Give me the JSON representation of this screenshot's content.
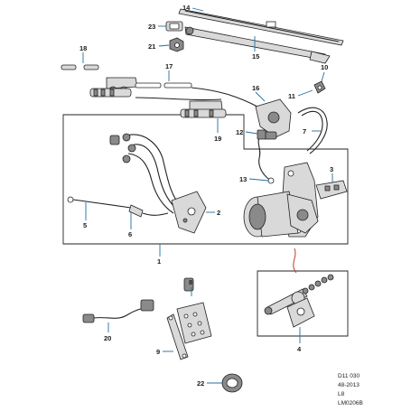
{
  "callouts": {
    "c1": "1",
    "c2": "2",
    "c3": "3",
    "c4": "4",
    "c5": "5",
    "c6": "6",
    "c7": "7",
    "c8": "8",
    "c9": "9",
    "c10": "10",
    "c11": "11",
    "c12": "12",
    "c13": "13",
    "c14": "14",
    "c15": "15",
    "c16": "16",
    "c17": "17",
    "c18": "18",
    "c19": "19",
    "c20": "20",
    "c21": "21",
    "c22": "22",
    "c23": "23"
  },
  "footer": {
    "ref": "D11 030",
    "date": "48-2013",
    "code": "L8",
    "image_id": "LM0206B"
  },
  "colors": {
    "leader": "#1f6fa0",
    "highlight": "#c0392b",
    "ink": "#222222"
  }
}
